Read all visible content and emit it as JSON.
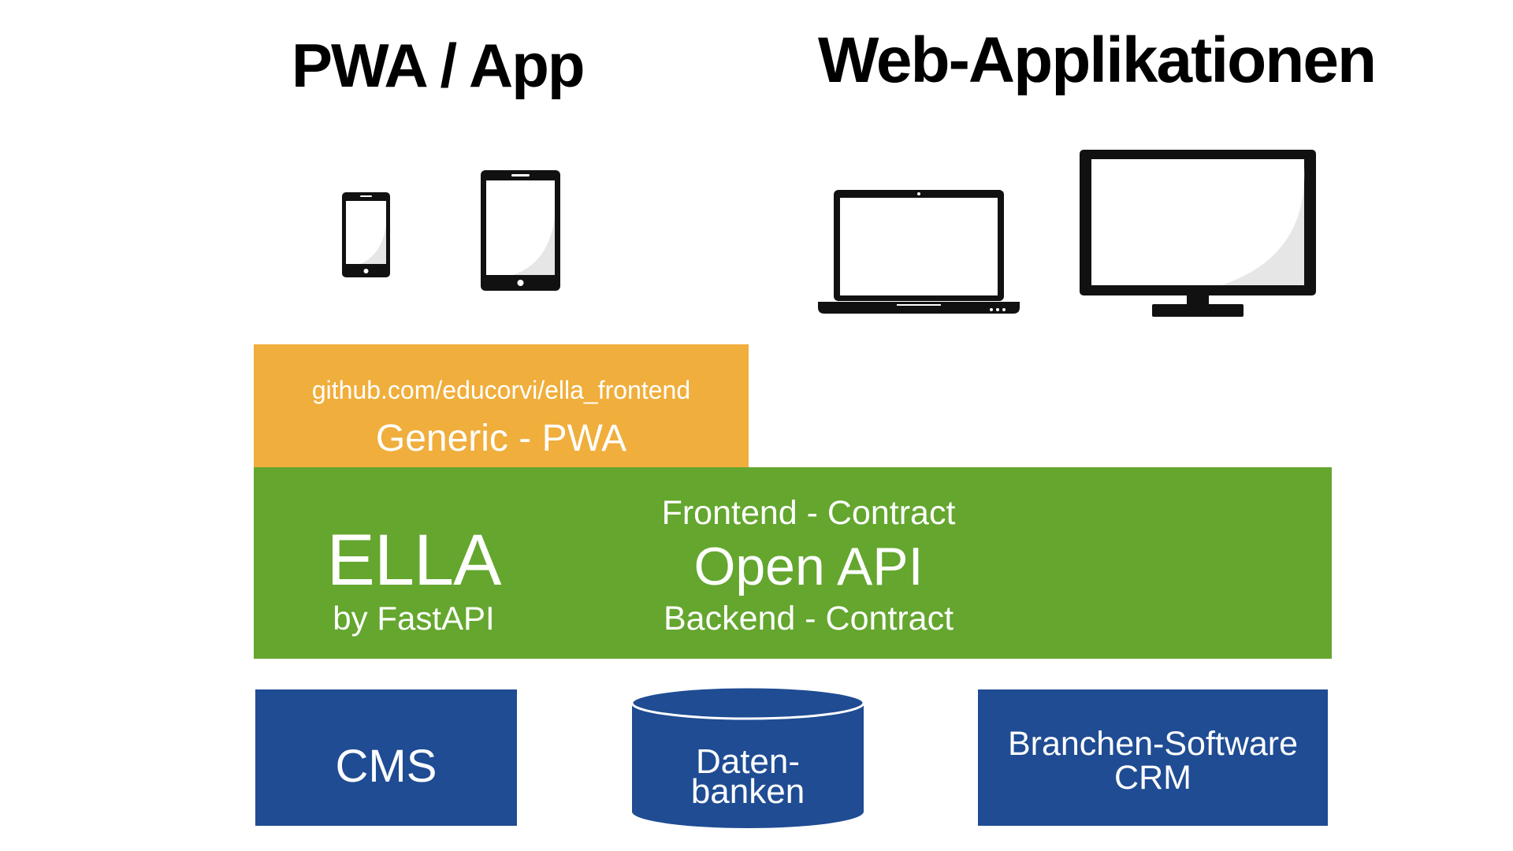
{
  "headings": {
    "pwa": "PWA / App",
    "web": "Web-Applikationen"
  },
  "devices": {
    "pwa": [
      "smartphone-icon",
      "tablet-icon"
    ],
    "web": [
      "laptop-icon",
      "monitor-icon"
    ]
  },
  "layers": {
    "pwa": {
      "repo": "github.com/educorvi/ella_frontend",
      "title": "Generic - PWA"
    },
    "ella": {
      "name": "ELLA",
      "subtitle": "by FastAPI",
      "frontend_contract": "Frontend - Contract",
      "api": "Open API",
      "backend_contract": "Backend - Contract"
    },
    "backends": {
      "cms": "CMS",
      "database_line1": "Daten-",
      "database_line2": "banken",
      "crm_line1": "Branchen-Software",
      "crm_line2": "CRM"
    }
  },
  "colors": {
    "pwa": "#f0ae3c",
    "ella": "#64a62e",
    "backend": "#1f4c93",
    "device": "#111111",
    "screen": "#e6e6e6"
  }
}
